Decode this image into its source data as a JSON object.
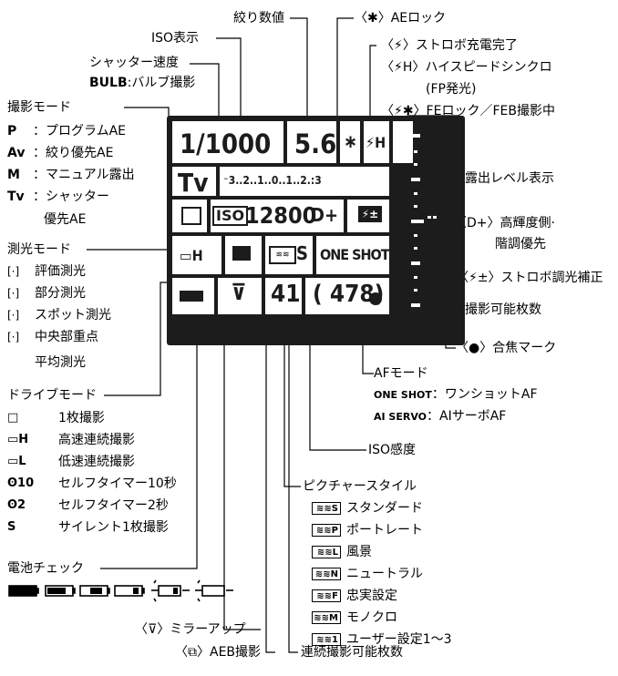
{
  "callouts": {
    "aperture": "絞り数値",
    "iso_display": "ISO表示",
    "shutter_speed": "シャッター速度",
    "bulb": "BULB",
    "bulb_desc": ":バルブ撮影",
    "ae_lock": "〈✱〉AEロック",
    "flash_ready": "〈⚡〉ストロボ充電完了",
    "high_speed_sync": "〈⚡H〉ハイスピードシンクロ",
    "fp_flash": "(FP発光)",
    "fe_lock": "〈⚡✱〉FEロック／FEB撮影中",
    "exposure_level": "露出レベル表示",
    "highlight_tone": "〈D+〉高輝度側·",
    "highlight_tone2": "階調優先",
    "flash_comp": "〈⚡±〉ストロボ調光補正",
    "shots_remaining": "撮影可能枚数",
    "focus_confirm": "〈●〉合焦マーク",
    "af_mode": "AFモード",
    "one_shot_key": "ONE SHOT",
    "one_shot_desc": "：ワンショットAF",
    "ai_servo_key": "AI SERVO",
    "ai_servo_desc": "：AIサーボAF",
    "iso_speed": "ISO感度",
    "picture_style": "ピクチャースタイル",
    "mirror_up": "〈⊽〉ミラーアップ",
    "aeb": "〈⧉〉AEB撮影",
    "max_burst": "連続撮影可能枚数",
    "battery_check": "電池チェック"
  },
  "shooting_mode": {
    "title": "撮影モード",
    "items": [
      {
        "key": "P",
        "desc": "：プログラムAE"
      },
      {
        "key": "Av",
        "desc": "：絞り優先AE"
      },
      {
        "key": "M",
        "desc": "：マニュアル露出"
      },
      {
        "key": "Tv",
        "desc": "：シャッター"
      }
    ],
    "tv_cont": "優先AE"
  },
  "metering": {
    "title": "測光モード",
    "items": [
      "評価測光",
      "部分測光",
      "スポット測光",
      "中央部重点"
    ],
    "cont": "平均測光"
  },
  "drive": {
    "title": "ドライブモード",
    "items": [
      {
        "icon": "□",
        "desc": "1枚撮影"
      },
      {
        "icon": "▭H",
        "desc": "高速連続撮影"
      },
      {
        "icon": "▭L",
        "desc": "低速連続撮影"
      },
      {
        "icon": "ʘ10",
        "desc": "セルフタイマー10秒"
      },
      {
        "icon": "ʘ2",
        "desc": "セルフタイマー2秒"
      },
      {
        "icon": "S",
        "desc": "サイレント1枚撮影"
      }
    ]
  },
  "styles": {
    "items": [
      {
        "code": "S",
        "desc": "スタンダード"
      },
      {
        "code": "P",
        "desc": "ポートレート"
      },
      {
        "code": "L",
        "desc": "風景"
      },
      {
        "code": "N",
        "desc": "ニュートラル"
      },
      {
        "code": "F",
        "desc": "忠実設定"
      },
      {
        "code": "M",
        "desc": "モノクロ"
      },
      {
        "code": "1",
        "desc": "ユーザー設定1～3"
      }
    ]
  },
  "lcd": {
    "shutter": "1/1000",
    "aperture": "5.6",
    "ae_lock": "∗",
    "flash": "⚡H",
    "mode": "Tv",
    "scale": "⁻3..2..1..0..1..2.:3",
    "iso_label": "ISO",
    "iso_value": "12800",
    "dplus": "D+",
    "drive": "▭H",
    "style": "S",
    "af": "ONE SHOT",
    "burst": "41",
    "shots": "478"
  }
}
